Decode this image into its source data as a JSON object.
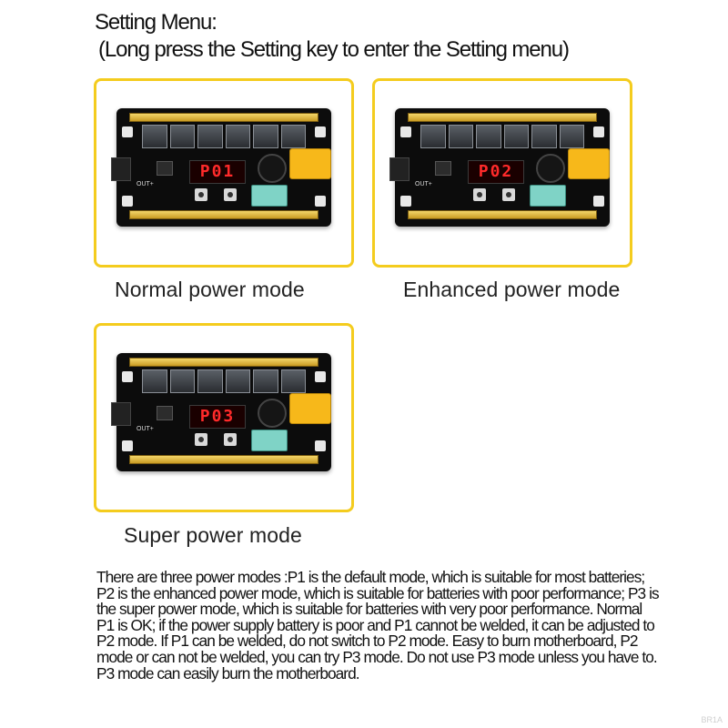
{
  "header": {
    "title": "Setting Menu:",
    "subtitle": "(Long press the Setting key to enter the Setting menu)"
  },
  "modes": [
    {
      "label": "Normal power mode",
      "display": "P01",
      "accent": "#f4cc1e"
    },
    {
      "label": "Enhanced power mode",
      "display": "P02",
      "accent": "#f4cc1e"
    },
    {
      "label": "Super power mode",
      "display": "P03",
      "accent": "#f4cc1e"
    }
  ],
  "board_labels": {
    "out": "OUT+"
  },
  "description": "There are three power modes :P1 is the default mode, which is suitable for most batteries; P2 is the enhanced power mode, which is suitable for batteries with poor performance; P3 is the super power mode, which is suitable for batteries with very poor performance. Normal P1 is OK; if the power supply battery is poor and P1 cannot be welded, it can be adjusted to P2 mode. If P1 can be welded, do not switch to P2 mode. Easy to burn motherboard, P2 mode or can not be welded, you can try P3 mode. Do not use P3 mode unless you have to. P3 mode can easily burn the motherboard.",
  "watermark": "BR1A"
}
